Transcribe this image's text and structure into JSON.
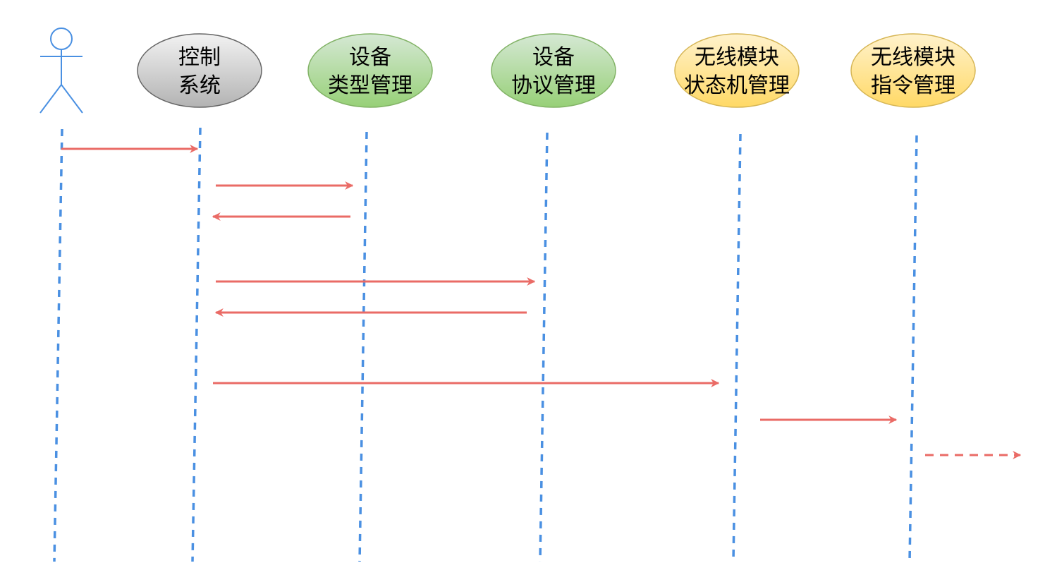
{
  "participants": [
    {
      "id": "user",
      "kind": "actor",
      "label_lines": []
    },
    {
      "id": "control",
      "kind": "ellipse",
      "label_lines": [
        "控制",
        "系统"
      ],
      "fill_top": "#f2f2f2",
      "fill_bottom": "#b3b3b3",
      "stroke": "#666666"
    },
    {
      "id": "device-type",
      "kind": "ellipse",
      "label_lines": [
        "设备",
        "类型管理"
      ],
      "fill_top": "#d5e8d4",
      "fill_bottom": "#97d077",
      "stroke": "#82b366"
    },
    {
      "id": "device-protocol",
      "kind": "ellipse",
      "label_lines": [
        "设备",
        "协议管理"
      ],
      "fill_top": "#d5e8d4",
      "fill_bottom": "#97d077",
      "stroke": "#82b366"
    },
    {
      "id": "wireless-state",
      "kind": "ellipse",
      "label_lines": [
        "无线模块",
        "状态机管理"
      ],
      "fill_top": "#fff2cc",
      "fill_bottom": "#ffd966",
      "stroke": "#d6b656"
    },
    {
      "id": "wireless-cmd",
      "kind": "ellipse",
      "label_lines": [
        "无线模块",
        "指令管理"
      ],
      "fill_top": "#fff2cc",
      "fill_bottom": "#ffd966",
      "stroke": "#d6b656"
    }
  ],
  "messages": [
    {
      "from": "user",
      "to": "control",
      "style": "solid"
    },
    {
      "from": "control",
      "to": "device-type",
      "style": "solid"
    },
    {
      "from": "device-type",
      "to": "control",
      "style": "solid"
    },
    {
      "from": "control",
      "to": "device-protocol",
      "style": "solid"
    },
    {
      "from": "device-protocol",
      "to": "control",
      "style": "solid"
    },
    {
      "from": "control",
      "to": "wireless-state",
      "style": "solid"
    },
    {
      "from": "wireless-state",
      "to": "wireless-cmd",
      "style": "solid"
    },
    {
      "from": "wireless-cmd",
      "to": "external",
      "style": "dashed"
    }
  ],
  "colors": {
    "lifeline": "#4a90e2",
    "message": "#ea6b66",
    "actor": "#4a90e2"
  }
}
